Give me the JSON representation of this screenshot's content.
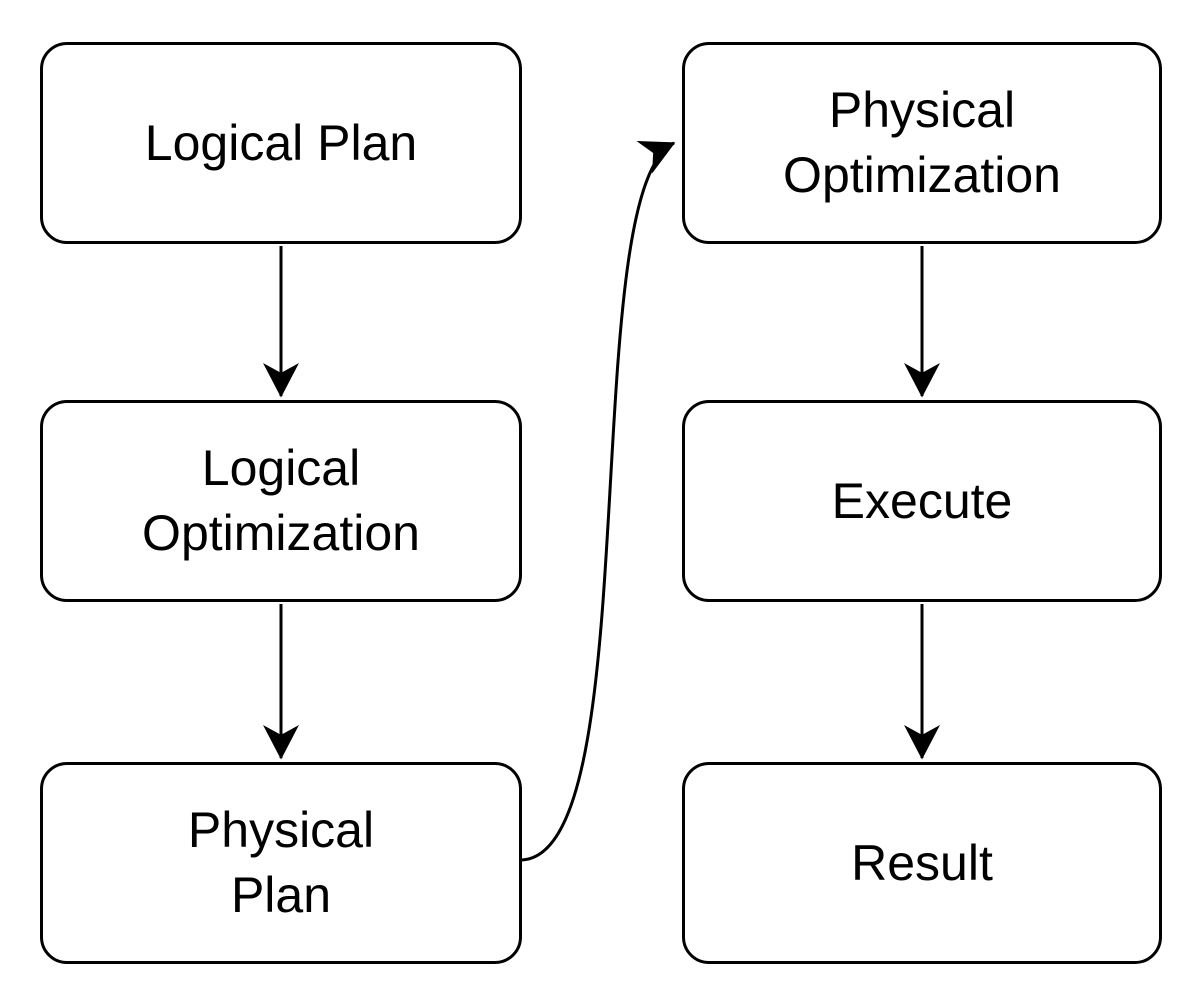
{
  "diagram": {
    "type": "flowchart",
    "colors": {
      "background": "#ffffff",
      "node_fill": "#ffffff",
      "stroke": "#000000",
      "text": "#000000"
    },
    "nodes": [
      {
        "id": "logical-plan",
        "label": "Logical Plan"
      },
      {
        "id": "logical-optimization",
        "label": "Logical\nOptimization"
      },
      {
        "id": "physical-plan",
        "label": "Physical\nPlan"
      },
      {
        "id": "physical-optimization",
        "label": "Physical\nOptimization"
      },
      {
        "id": "execute",
        "label": "Execute"
      },
      {
        "id": "result",
        "label": "Result"
      }
    ],
    "edges": [
      {
        "from": "logical-plan",
        "to": "logical-optimization",
        "style": "straight-down"
      },
      {
        "from": "logical-optimization",
        "to": "physical-plan",
        "style": "straight-down"
      },
      {
        "from": "physical-plan",
        "to": "physical-optimization",
        "style": "curved"
      },
      {
        "from": "physical-optimization",
        "to": "execute",
        "style": "straight-down"
      },
      {
        "from": "execute",
        "to": "result",
        "style": "straight-down"
      }
    ]
  }
}
